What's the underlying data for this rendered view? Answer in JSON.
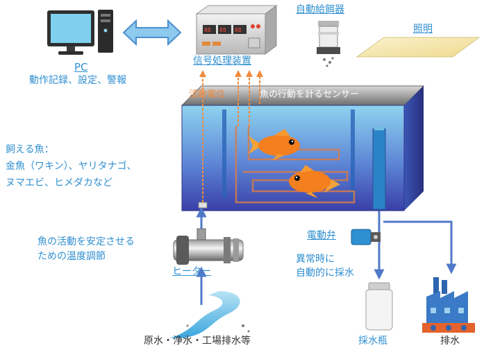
{
  "labels": {
    "pc": "PC",
    "pc_desc": "動作記録、設定、警報",
    "signal_processor": "信号処理装置",
    "auto_feeder": "自動給餌器",
    "lighting": "照明",
    "action_potential": "活動電位",
    "sensor": "魚の行動を計るセンサー",
    "fish_title": "飼える魚：",
    "fish_line1": "金魚（ワキン）、ヤリタナゴ、",
    "fish_line2": "ヌマエビ、ヒメダカなど",
    "heater_desc1": "魚の活動を安定させる",
    "heater_desc2": "ための温度調節",
    "heater": "ヒーター",
    "valve": "電動弁",
    "abnormal1": "異常時に",
    "abnormal2": "自動的に採水",
    "water_source": "原水・浄水・工場排水等",
    "sample_bottle": "採水瓶",
    "drain": "排水"
  },
  "colors": {
    "label_blue": "#2f8fd0",
    "signal_orange": "#f08a3c",
    "water_deep": "#3a4fb8",
    "water_light": "#8fd3ef"
  },
  "icons": [
    "computer-icon",
    "bidirectional-arrow-icon",
    "signal-processor-device-icon",
    "feeder-icon",
    "light-panel-icon",
    "fish-icon",
    "heater-icon",
    "valve-icon",
    "bottle-icon",
    "factory-icon"
  ]
}
